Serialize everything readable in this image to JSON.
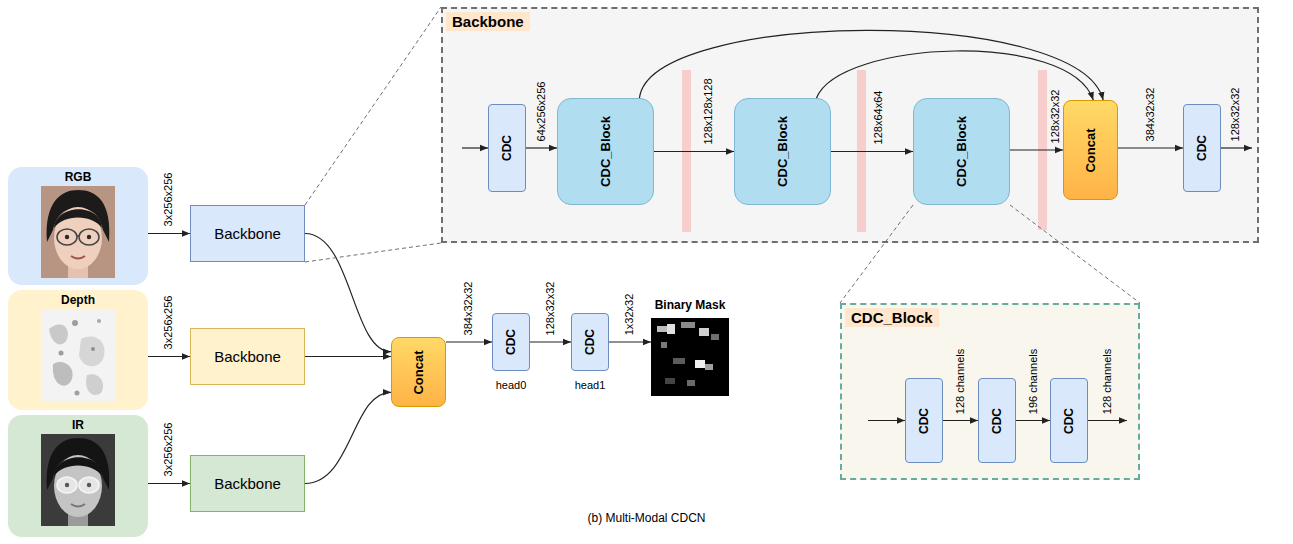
{
  "diagram": {
    "caption": "(b) Multi-Modal CDCN",
    "nodes": [
      {
        "text": [
          "RGB"
        ]
      },
      {
        "text": [
          "Depth"
        ]
      },
      {
        "text": [
          "IR"
        ]
      },
      {
        "text": [
          "Backbone"
        ]
      },
      {
        "text": [
          "Backbone"
        ]
      },
      {
        "text": [
          "Backbone"
        ]
      },
      {
        "text": [
          "Concat"
        ]
      },
      {
        "text": [
          "CDC",
          "head0"
        ]
      },
      {
        "text": [
          "CDC",
          "head1"
        ]
      },
      {
        "text": [
          "Binary Mask"
        ]
      },
      {
        "text": [
          "Backbone"
        ]
      },
      {
        "text": [
          "CDC"
        ],
        "in": 10
      },
      {
        "text": [
          "CDC_Block"
        ],
        "in": 10
      },
      {
        "text": [
          "CDC_Block"
        ],
        "in": 10
      },
      {
        "text": [
          "CDC_Block"
        ],
        "in": 10
      },
      {
        "text": [
          "Concat"
        ],
        "in": 10
      },
      {
        "text": [
          "CDC"
        ],
        "in": 10
      },
      {
        "text": [
          "CDC_Block"
        ]
      },
      {
        "text": [
          "CDC"
        ],
        "in": 17
      },
      {
        "text": [
          "CDC"
        ],
        "in": 17
      },
      {
        "text": [
          "CDC"
        ],
        "in": 17
      }
    ],
    "edges": [
      {
        "from": 0,
        "to": 3,
        "arrow": "to",
        "label": "3x256x256"
      },
      {
        "from": 1,
        "to": 4,
        "arrow": "to",
        "label": "3x256x256"
      },
      {
        "from": 2,
        "to": 5,
        "arrow": "to",
        "label": "3x256x256"
      },
      {
        "from": 3,
        "to": 6,
        "arrow": "to"
      },
      {
        "from": 4,
        "to": 6,
        "arrow": "to"
      },
      {
        "from": 5,
        "to": 6,
        "arrow": "to"
      },
      {
        "from": 6,
        "to": 7,
        "arrow": "to",
        "label": "384x32x32"
      },
      {
        "from": 7,
        "to": 8,
        "arrow": "to",
        "label": "128x32x32"
      },
      {
        "from": 8,
        "to": 9,
        "arrow": "to",
        "label": "1x32x32"
      },
      {
        "from": 11,
        "to": 12,
        "arrow": "to",
        "label": "64x256x256"
      },
      {
        "from": 12,
        "to": 13,
        "arrow": "to",
        "label": "128x128x128"
      },
      {
        "from": 13,
        "to": 14,
        "arrow": "to",
        "label": "128x64x64"
      },
      {
        "from": 14,
        "to": 15,
        "arrow": "to",
        "label": "128x32x32"
      },
      {
        "from": 12,
        "to": 15,
        "arrow": "to"
      },
      {
        "from": 13,
        "to": 15,
        "arrow": "to"
      },
      {
        "from": 15,
        "to": 16,
        "arrow": "to",
        "label": "384x32x32"
      },
      {
        "from": 18,
        "to": 19,
        "arrow": "to",
        "label": "128 channels"
      },
      {
        "from": 19,
        "to": 20,
        "arrow": "to",
        "label": "196 channels"
      },
      {
        "from": 3,
        "to": 10,
        "arrow": "none"
      },
      {
        "from": 3,
        "to": 10,
        "arrow": "none"
      },
      {
        "from": 14,
        "to": 17,
        "arrow": "none"
      },
      {
        "from": 14,
        "to": 17,
        "arrow": "none"
      }
    ],
    "labels": [
      "128x32x32",
      "128 channels"
    ]
  }
}
